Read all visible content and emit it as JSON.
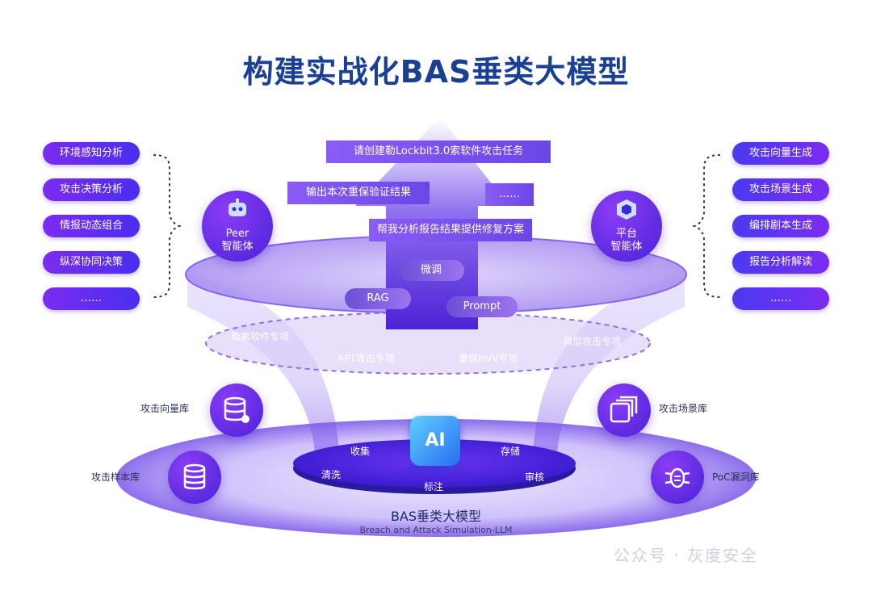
{
  "title": "构建实战化BAS垂类大模型",
  "left_capabilities": [
    "环境感知分析",
    "攻击决策分析",
    "情报动态组合",
    "纵深协同决策",
    "……"
  ],
  "right_capabilities": [
    "攻击向量生成",
    "攻击场景生成",
    "编排剧本生成",
    "报告分析解读",
    "……"
  ],
  "left_agent": {
    "line1": "Peer",
    "line2": "智能体",
    "icon": "robot-icon"
  },
  "right_agent": {
    "line1": "平台",
    "line2": "智能体",
    "icon": "platform-cube-icon"
  },
  "tasks": {
    "task1": "请创建勒Lockbit3.0索软件攻击任务",
    "task2": "输出本次重保验证结果",
    "task3": "……",
    "task4": "帮我分析报告结果提供修复方案"
  },
  "methods": {
    "finetune": "微调",
    "rag": "RAG",
    "prompt": "Prompt"
  },
  "specials": {
    "ransomware": "勒索软件专项",
    "apt": "APT攻击专项",
    "hvv": "重保HVV专项",
    "typical": "典型攻击专项"
  },
  "libraries": {
    "vector": {
      "label": "攻击向量库",
      "icon": "database-lock-icon"
    },
    "scene": {
      "label": "攻击场景库",
      "icon": "stacked-pages-icon"
    },
    "sample": {
      "label": "攻击样本库",
      "icon": "database-icon"
    },
    "poc": {
      "label": "PoC漏洞库",
      "icon": "bug-chip-icon"
    }
  },
  "core": {
    "collect": "收集",
    "store": "存储",
    "clean": "清洗",
    "review": "审核",
    "label": "标注",
    "ai_badge": "AI"
  },
  "model": {
    "name": "BAS垂类大模型",
    "subtitle": "Breach and Attack Simulation-LLM"
  },
  "watermark": "公众号 · 灰度安全",
  "colors": {
    "title": "#1a3f93",
    "accent": "#5b2ee8",
    "purple": "#7b2cf0"
  }
}
